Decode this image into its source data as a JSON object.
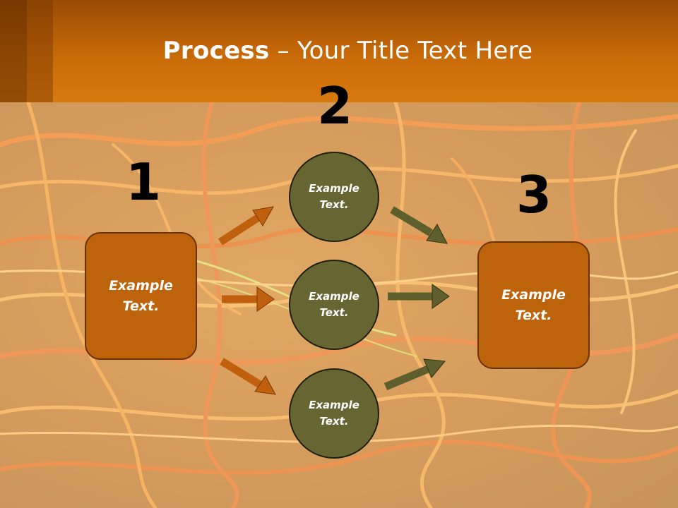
{
  "slide": {
    "title_bold": "Process",
    "title_rest": " – Your Title Text Here",
    "step_numbers": [
      "1",
      "2",
      "3"
    ],
    "left_box": {
      "line1": "Example",
      "line2": "Text."
    },
    "right_box": {
      "line1": "Example",
      "line2": "Text."
    },
    "circles": [
      {
        "line1": "Example",
        "line2": "Text."
      },
      {
        "line1": "Example",
        "line2": "Text."
      },
      {
        "line1": "Example",
        "line2": "Text."
      }
    ]
  },
  "colors": {
    "header": "#c86a08",
    "box_fill": "#bd630c",
    "circle_fill": "#676633",
    "arrow_orange": "#c0600c",
    "arrow_olive": "#5e5f2c"
  }
}
